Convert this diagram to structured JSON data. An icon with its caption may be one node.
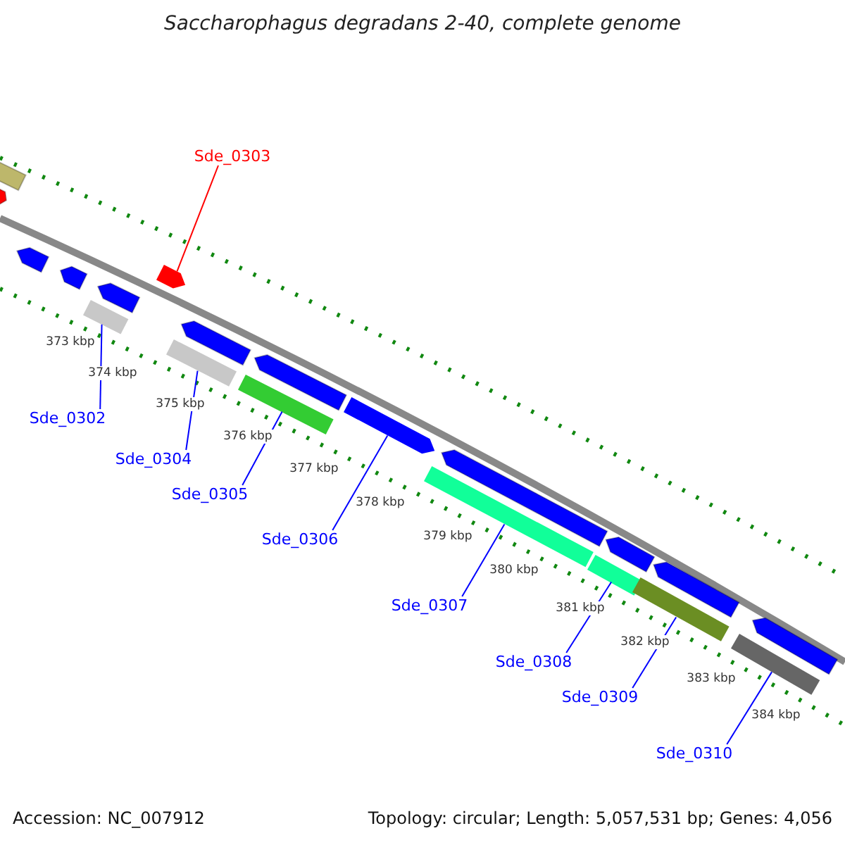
{
  "diagram": {
    "title": "Saccharophagus degradans 2-40, complete genome",
    "nodes": [
      {
        "text": [
          "Sde_0303"
        ]
      },
      {
        "text": [],
        "shape": "bar"
      },
      {
        "text": [
          "Sde_0302"
        ]
      },
      {
        "text": [],
        "shape": "bar"
      },
      {
        "text": [
          "Sde_0304"
        ]
      },
      {
        "text": [],
        "shape": "bar"
      },
      {
        "text": [
          "Sde_0305"
        ]
      },
      {
        "text": [],
        "shape": "bar"
      },
      {
        "text": [
          "Sde_0306"
        ]
      },
      {
        "text": [],
        "shape": "bar"
      },
      {
        "text": [
          "Sde_0307"
        ]
      },
      {
        "text": [],
        "shape": "bar"
      },
      {
        "text": [
          "Sde_0308"
        ]
      },
      {
        "text": [],
        "shape": "bar"
      },
      {
        "text": [
          "Sde_0309"
        ]
      },
      {
        "text": [],
        "shape": "bar"
      },
      {
        "text": [
          "Sde_0310"
        ]
      },
      {
        "text": [],
        "shape": "bar"
      }
    ],
    "edges": [
      {
        "from": 0,
        "to": 1,
        "arrow": "none",
        "color": "#ff0000"
      },
      {
        "from": 2,
        "to": 3,
        "arrow": "none"
      },
      {
        "from": 4,
        "to": 5,
        "arrow": "none"
      },
      {
        "from": 6,
        "to": 7,
        "arrow": "none"
      },
      {
        "from": 8,
        "to": 9,
        "arrow": "none"
      },
      {
        "from": 10,
        "to": 11,
        "arrow": "none"
      },
      {
        "from": 12,
        "to": 13,
        "arrow": "none"
      },
      {
        "from": 14,
        "to": 15,
        "arrow": "none"
      },
      {
        "from": 16,
        "to": 17,
        "arrow": "none"
      }
    ],
    "labels": [
      "373 kbp",
      "374 kbp",
      "375 kbp",
      "376 kbp",
      "377 kbp",
      "378 kbp",
      "379 kbp",
      "380 kbp",
      "381 kbp",
      "382 kbp",
      "383 kbp",
      "384 kbp",
      "Accession: NC_007912",
      "Topology: circular; Length: 5,057,531 bp; Genes: 4,056"
    ]
  }
}
